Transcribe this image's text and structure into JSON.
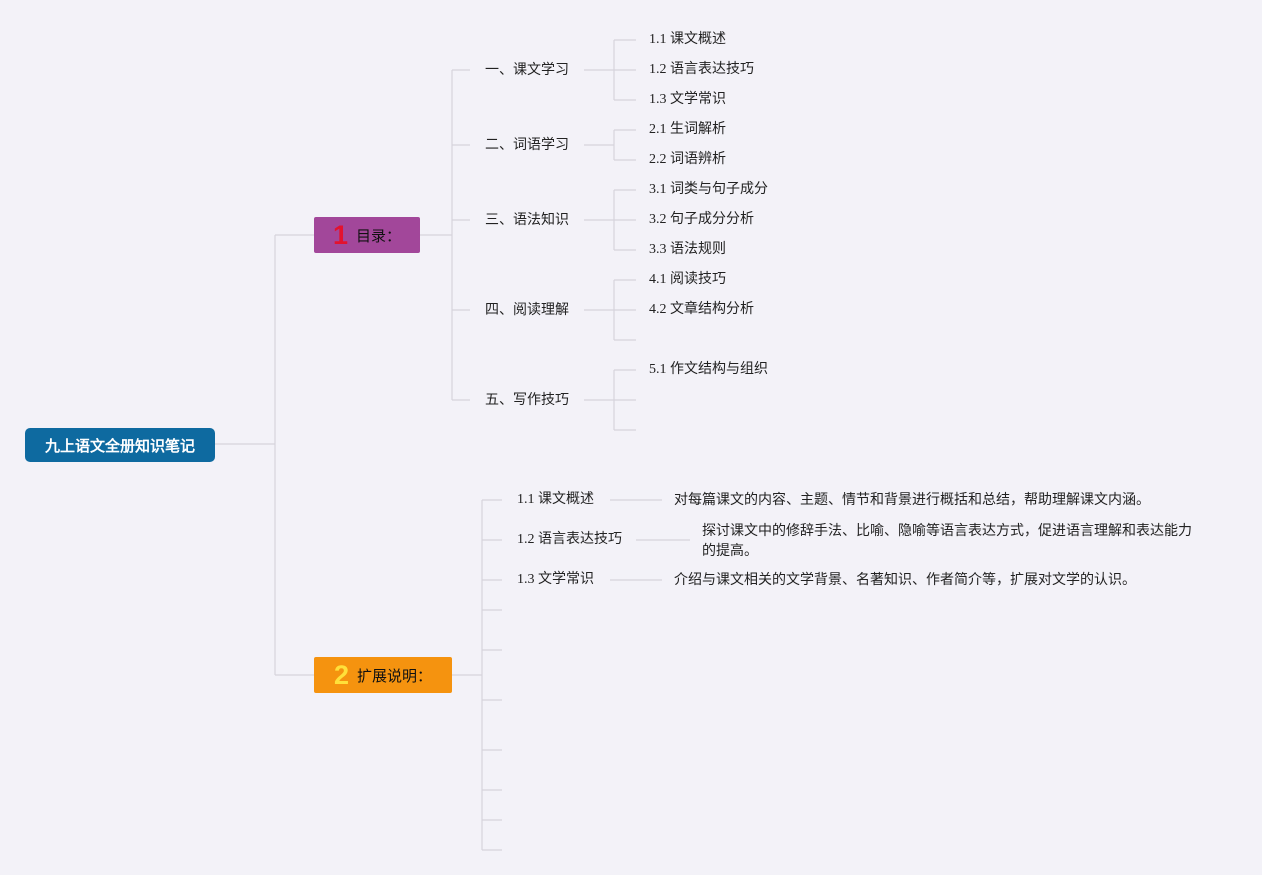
{
  "root": {
    "label": "九上语文全册知识笔记"
  },
  "branches": [
    {
      "number": "1",
      "label": "目录："
    },
    {
      "number": "2",
      "label": "扩展说明："
    }
  ],
  "toc": {
    "sections": [
      {
        "title": "一、课文学习",
        "items": [
          "1.1 课文概述",
          "1.2 语言表达技巧",
          "1.3 文学常识"
        ]
      },
      {
        "title": "二、词语学习",
        "items": [
          "2.1 生词解析",
          "2.2 词语辨析"
        ]
      },
      {
        "title": "三、语法知识",
        "items": [
          "3.1 词类与句子成分",
          "3.2 句子成分分析",
          "3.3 语法规则"
        ]
      },
      {
        "title": "四、阅读理解",
        "items": [
          "4.1 阅读技巧",
          "4.2 文章结构分析",
          ""
        ]
      },
      {
        "title": "五、写作技巧",
        "items": [
          "5.1 作文结构与组织",
          "",
          ""
        ]
      }
    ]
  },
  "extended": {
    "items": [
      {
        "label": "1.1 课文概述",
        "desc": "对每篇课文的内容、主题、情节和背景进行概括和总结，帮助理解课文内涵。"
      },
      {
        "label": "1.2 语言表达技巧",
        "desc": "探讨课文中的修辞手法、比喻、隐喻等语言表达方式，促进语言理解和表达能力的提高。"
      },
      {
        "label": "1.3 文学常识",
        "desc": "介绍与课文相关的文学背景、名著知识、作者简介等，扩展对文学的认识。"
      }
    ],
    "empty_slots": 7
  },
  "colors": {
    "background": "#f3f2f8",
    "root": "#0e6aa0",
    "branch1": "#a2479a",
    "branch2": "#f5930f",
    "number1": "#e3122f",
    "number2": "#ffe03a",
    "connector": "#d6d4dc"
  }
}
